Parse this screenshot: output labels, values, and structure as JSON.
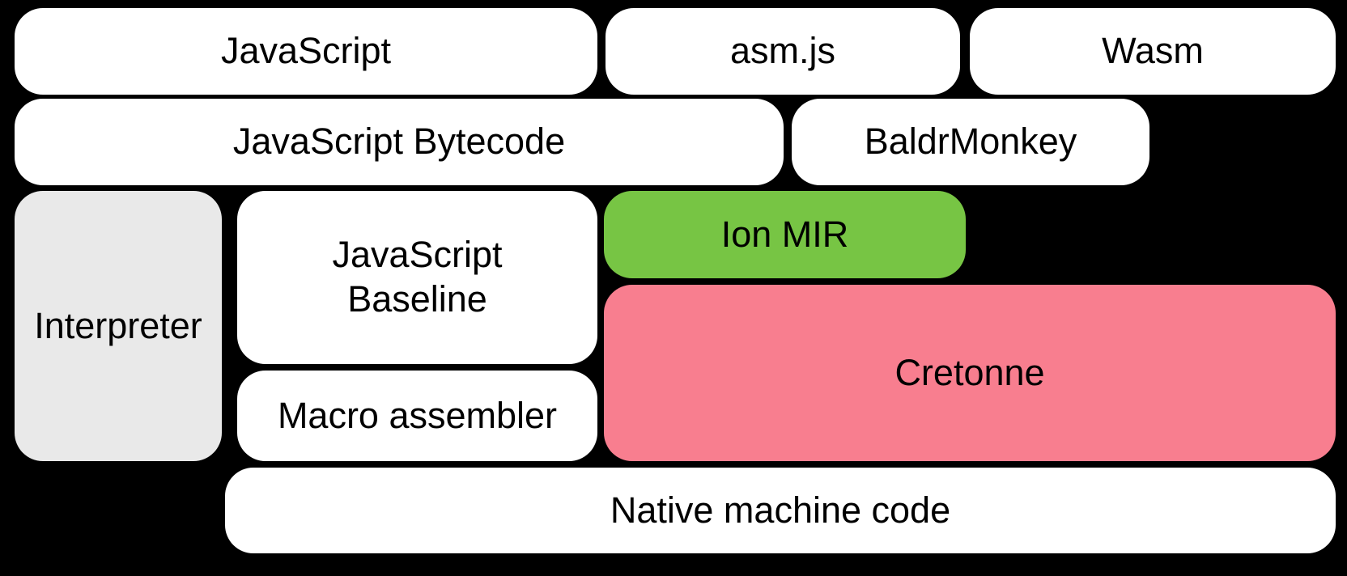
{
  "diagram": {
    "background": "#000000",
    "text_color": "#000000",
    "colors": {
      "default_box": "#ffffff",
      "interpreter_gray": "#e9e9e9",
      "ion_green": "#77c544",
      "cretonne_pink": "#f87e8f"
    },
    "boxes": [
      {
        "id": "javascript",
        "label": "JavaScript",
        "color": "#ffffff"
      },
      {
        "id": "asmjs",
        "label": "asm.js",
        "color": "#ffffff"
      },
      {
        "id": "wasm",
        "label": "Wasm",
        "color": "#ffffff"
      },
      {
        "id": "javascript-bytecode",
        "label": "JavaScript Bytecode",
        "color": "#ffffff"
      },
      {
        "id": "baldrmonkey",
        "label": "BaldrMonkey",
        "color": "#ffffff"
      },
      {
        "id": "interpreter",
        "label": "Interpreter",
        "color": "#e9e9e9"
      },
      {
        "id": "javascript-baseline",
        "label": "JavaScript\nBaseline",
        "color": "#ffffff"
      },
      {
        "id": "ion-mir",
        "label": "Ion MIR",
        "color": "#77c544"
      },
      {
        "id": "cretonne",
        "label": "Cretonne",
        "color": "#f87e8f"
      },
      {
        "id": "macro-assembler",
        "label": "Macro assembler",
        "color": "#ffffff"
      },
      {
        "id": "native-machine-code",
        "label": "Native machine code",
        "color": "#ffffff"
      }
    ]
  }
}
